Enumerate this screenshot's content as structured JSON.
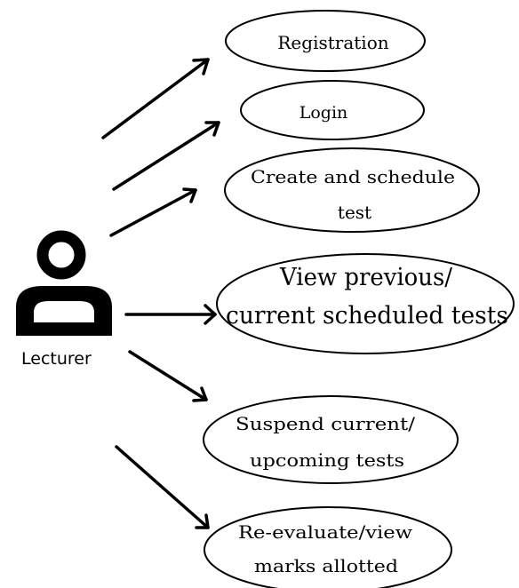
{
  "actor": {
    "label": "Lecturer",
    "icon": "user-icon"
  },
  "use_cases": [
    {
      "id": "registration",
      "lines": [
        "Registration"
      ]
    },
    {
      "id": "login",
      "lines": [
        "Login"
      ]
    },
    {
      "id": "create-schedule-test",
      "lines": [
        "Create and schedule",
        "test"
      ]
    },
    {
      "id": "view-scheduled-tests",
      "lines": [
        "View previous/",
        "current scheduled tests"
      ]
    },
    {
      "id": "suspend-tests",
      "lines": [
        "Suspend current/",
        "upcoming tests"
      ]
    },
    {
      "id": "reevaluate-marks",
      "lines": [
        "Re-evaluate/view",
        "marks allotted"
      ]
    }
  ],
  "colors": {
    "stroke": "#000000",
    "background": "#ffffff"
  }
}
